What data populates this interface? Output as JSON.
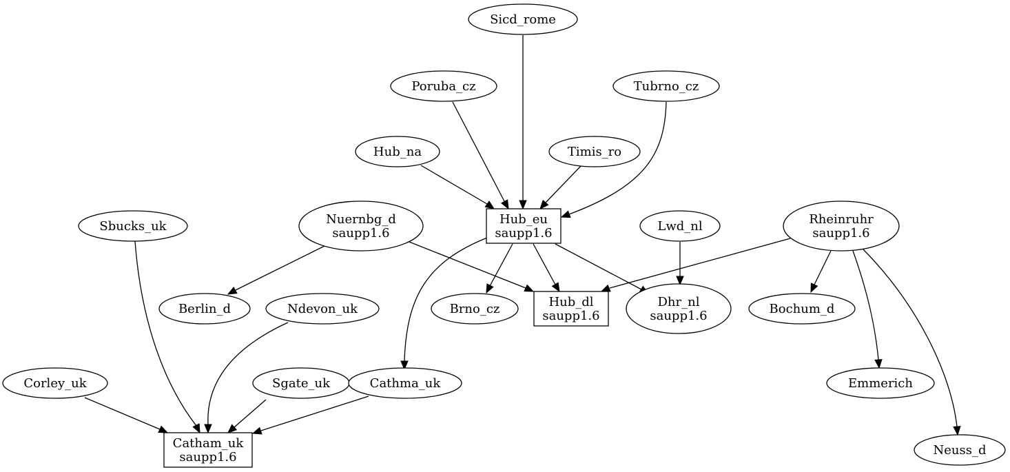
{
  "nodes": [
    {
      "id": "sicd_rome",
      "shape": "ellipse",
      "lines": [
        "Sicd_rome"
      ]
    },
    {
      "id": "poruba_cz",
      "shape": "ellipse",
      "lines": [
        "Poruba_cz"
      ]
    },
    {
      "id": "tubrno_cz",
      "shape": "ellipse",
      "lines": [
        "Tubrno_cz"
      ]
    },
    {
      "id": "hub_na",
      "shape": "ellipse",
      "lines": [
        "Hub_na"
      ]
    },
    {
      "id": "timis_ro",
      "shape": "ellipse",
      "lines": [
        "Timis_ro"
      ]
    },
    {
      "id": "hub_eu",
      "shape": "box",
      "lines": [
        "Hub_eu",
        "saupp1.6"
      ]
    },
    {
      "id": "sbucks_uk",
      "shape": "ellipse",
      "lines": [
        "Sbucks_uk"
      ]
    },
    {
      "id": "nuernbg_d",
      "shape": "ellipse",
      "lines": [
        "Nuernbg_d",
        "saupp1.6"
      ]
    },
    {
      "id": "lwd_nl",
      "shape": "ellipse",
      "lines": [
        "Lwd_nl"
      ]
    },
    {
      "id": "rheinruhr",
      "shape": "ellipse",
      "lines": [
        "Rheinruhr",
        "saupp1.6"
      ]
    },
    {
      "id": "berlin_d",
      "shape": "ellipse",
      "lines": [
        "Berlin_d"
      ]
    },
    {
      "id": "ndevon_uk",
      "shape": "ellipse",
      "lines": [
        "Ndevon_uk"
      ]
    },
    {
      "id": "brno_cz",
      "shape": "ellipse",
      "lines": [
        "Brno_cz"
      ]
    },
    {
      "id": "hub_dl",
      "shape": "box",
      "lines": [
        "Hub_dl",
        "saupp1.6"
      ]
    },
    {
      "id": "dhr_nl",
      "shape": "ellipse",
      "lines": [
        "Dhr_nl",
        "saupp1.6"
      ]
    },
    {
      "id": "bochum_d",
      "shape": "ellipse",
      "lines": [
        "Bochum_d"
      ]
    },
    {
      "id": "corley_uk",
      "shape": "ellipse",
      "lines": [
        "Corley_uk"
      ]
    },
    {
      "id": "sgate_uk",
      "shape": "ellipse",
      "lines": [
        "Sgate_uk"
      ]
    },
    {
      "id": "cathma_uk",
      "shape": "ellipse",
      "lines": [
        "Cathma_uk"
      ]
    },
    {
      "id": "emmerich",
      "shape": "ellipse",
      "lines": [
        "Emmerich"
      ]
    },
    {
      "id": "catham_uk",
      "shape": "box",
      "lines": [
        "Catham_uk",
        "saupp1.6"
      ]
    },
    {
      "id": "neuss_d",
      "shape": "ellipse",
      "lines": [
        "Neuss_d"
      ]
    }
  ],
  "edges": [
    {
      "from": "sicd_rome",
      "to": "hub_eu"
    },
    {
      "from": "poruba_cz",
      "to": "hub_eu"
    },
    {
      "from": "hub_na",
      "to": "hub_eu"
    },
    {
      "from": "timis_ro",
      "to": "hub_eu"
    },
    {
      "from": "tubrno_cz",
      "to": "hub_eu"
    },
    {
      "from": "hub_eu",
      "to": "brno_cz"
    },
    {
      "from": "hub_eu",
      "to": "hub_dl"
    },
    {
      "from": "hub_eu",
      "to": "dhr_nl"
    },
    {
      "from": "hub_eu",
      "to": "cathma_uk"
    },
    {
      "from": "nuernbg_d",
      "to": "berlin_d"
    },
    {
      "from": "nuernbg_d",
      "to": "hub_dl"
    },
    {
      "from": "lwd_nl",
      "to": "dhr_nl"
    },
    {
      "from": "rheinruhr",
      "to": "hub_dl"
    },
    {
      "from": "rheinruhr",
      "to": "bochum_d"
    },
    {
      "from": "rheinruhr",
      "to": "emmerich"
    },
    {
      "from": "rheinruhr",
      "to": "neuss_d"
    },
    {
      "from": "sbucks_uk",
      "to": "catham_uk"
    },
    {
      "from": "ndevon_uk",
      "to": "catham_uk"
    },
    {
      "from": "corley_uk",
      "to": "catham_uk"
    },
    {
      "from": "sgate_uk",
      "to": "catham_uk"
    },
    {
      "from": "cathma_uk",
      "to": "catham_uk"
    }
  ]
}
